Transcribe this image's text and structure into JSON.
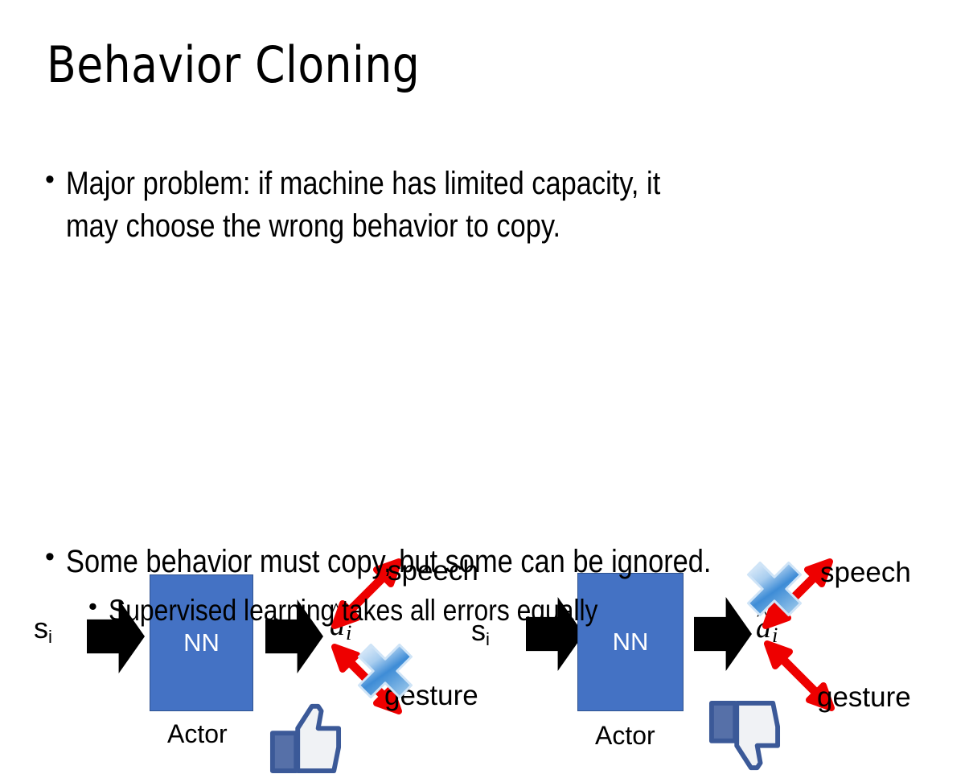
{
  "slide": {
    "title": "Behavior Cloning",
    "background_color": "#FFFFFF",
    "text_color": "#000000"
  },
  "bullets": [
    {
      "level": 1,
      "marker": "•",
      "text": "Major problem: if machine has limited capacity, it\nmay choose the wrong behavior to copy."
    },
    {
      "level": 1,
      "marker": "•",
      "text": "Some behavior must copy, but some can be ignored."
    },
    {
      "level": 2,
      "marker": "•",
      "text": "Supervised learning takes all errors equally"
    }
  ],
  "diagrams": [
    {
      "id": "left",
      "input_label": "s",
      "input_subscript": "i",
      "box_label": "NN",
      "box_caption": "Actor",
      "box_color": "#4472C4",
      "box_border_color": "#2F528F",
      "output_label": "a",
      "output_subscript": "i",
      "output_hat": "^",
      "branches": [
        {
          "name": "speech",
          "label": "speech",
          "crossed_out": false,
          "arrow_color": "#EE0000"
        },
        {
          "name": "gesture",
          "label": "gesture",
          "crossed_out": true,
          "arrow_color": "#EE0000"
        }
      ],
      "feedback": "thumbs-up",
      "cross_color": "#4A90D9"
    },
    {
      "id": "right",
      "input_label": "s",
      "input_subscript": "i",
      "box_label": "NN",
      "box_caption": "Actor",
      "box_color": "#4472C4",
      "box_border_color": "#2F528F",
      "output_label": "a",
      "output_subscript": "i",
      "output_hat": "^",
      "branches": [
        {
          "name": "speech",
          "label": "speech",
          "crossed_out": true,
          "arrow_color": "#EE0000"
        },
        {
          "name": "gesture",
          "label": "gesture",
          "crossed_out": false,
          "arrow_color": "#EE0000"
        }
      ],
      "feedback": "thumbs-down",
      "cross_color": "#4A90D9"
    }
  ]
}
